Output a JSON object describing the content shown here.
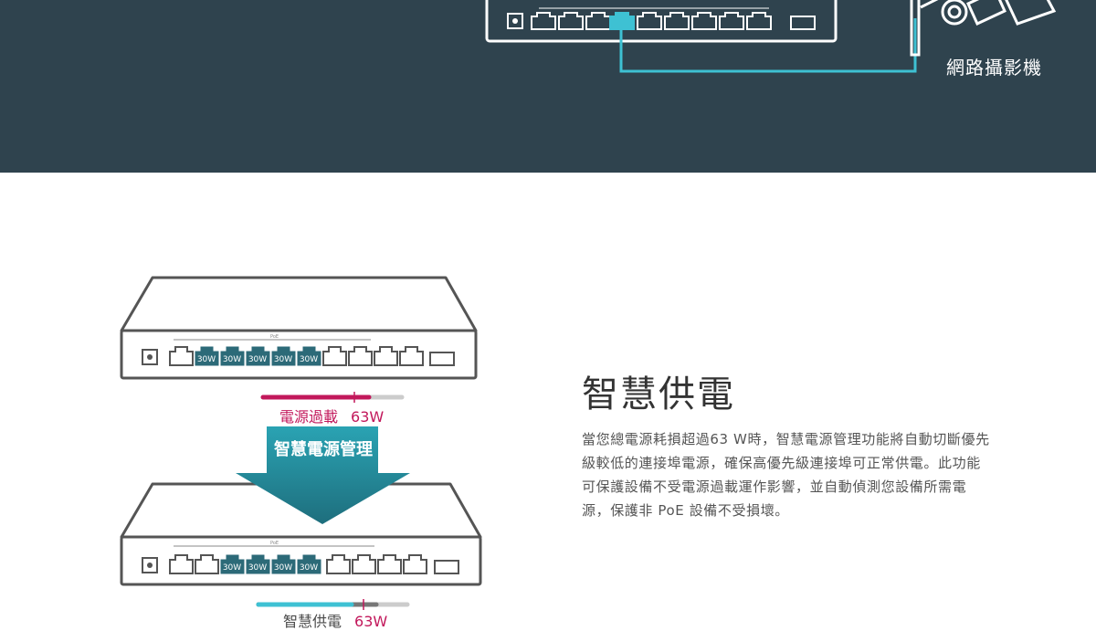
{
  "banner": {
    "camera_label": "網路攝影機"
  },
  "switch_top": {
    "port_labels": [
      "30W",
      "30W",
      "30W",
      "30W",
      "30W"
    ],
    "poe_label": "PoE",
    "status_label": "電源過載",
    "status_watts": "63W"
  },
  "arrow": {
    "label": "智慧電源管理"
  },
  "switch_bottom": {
    "port_labels": [
      "30W",
      "30W",
      "30W",
      "30W"
    ],
    "poe_label": "PoE",
    "status_label": "智慧供電",
    "status_watts": "63W"
  },
  "feature": {
    "title": "智慧供電",
    "description": "當您總電源耗損超過63 W時，智慧電源管理功能將自動切斷優先級較低的連接埠電源，確保高優先級連接埠可正常供電。此功能可保護設備不受電源過載運作影響，並自動偵測您設備所需電源，保護非 PoE 設備不受損壞。"
  },
  "colors": {
    "banner_bg": "#2f434e",
    "accent_teal": "#3ec1d3",
    "overload_red": "#c2185b",
    "port_fill": "#2c6a78"
  }
}
